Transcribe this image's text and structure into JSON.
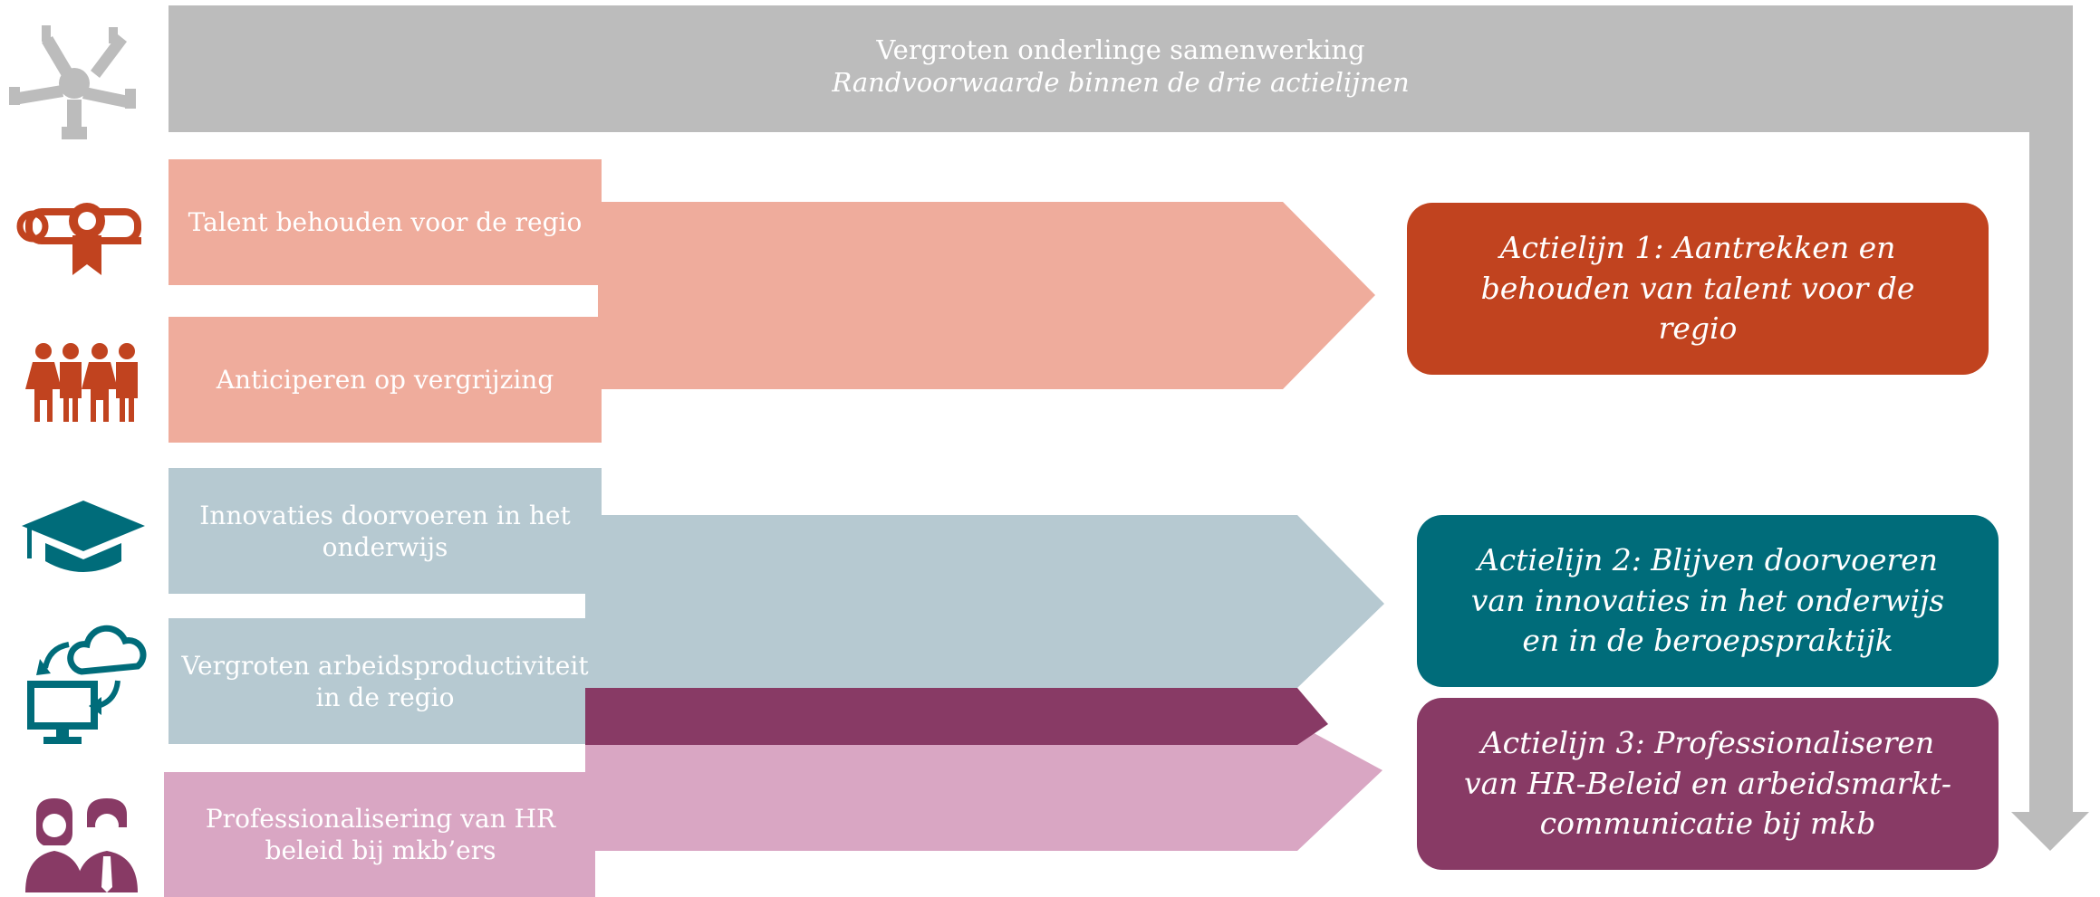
{
  "colors": {
    "gray": "#bcbcbc",
    "salmon": "#efac9c",
    "orange_red": "#c1431f",
    "light_blue": "#b6c9d1",
    "teal": "#006c7a",
    "plum": "#883a65",
    "light_pink": "#d9a6c3"
  },
  "icons": [
    "hands-circle-icon",
    "diploma-icon",
    "people-icon",
    "graduation-cap-icon",
    "computer-cloud-icon",
    "business-people-icon"
  ],
  "top": {
    "title": "Vergroten onderlinge samenwerking",
    "subtitle": "Randvoorwaarde binnen de drie actielijnen"
  },
  "themes": [
    "Talent behouden voor de regio",
    "Anticiperen op vergrijzing",
    "Innovaties doorvoeren in het onderwijs",
    "Vergroten arbeidsproductiviteit in de regio",
    "Professionalisering van HR beleid bij mkb’ers"
  ],
  "actions": [
    "Actielijn 1: Aantrekken en behouden van talent voor de regio",
    "Actielijn 2: Blijven doorvoeren van innovaties in het onderwijs en in de beroepspraktijk",
    "Actielijn 3: Professionaliseren van HR-Beleid en arbeidsmarkt-communicatie bij mkb"
  ]
}
